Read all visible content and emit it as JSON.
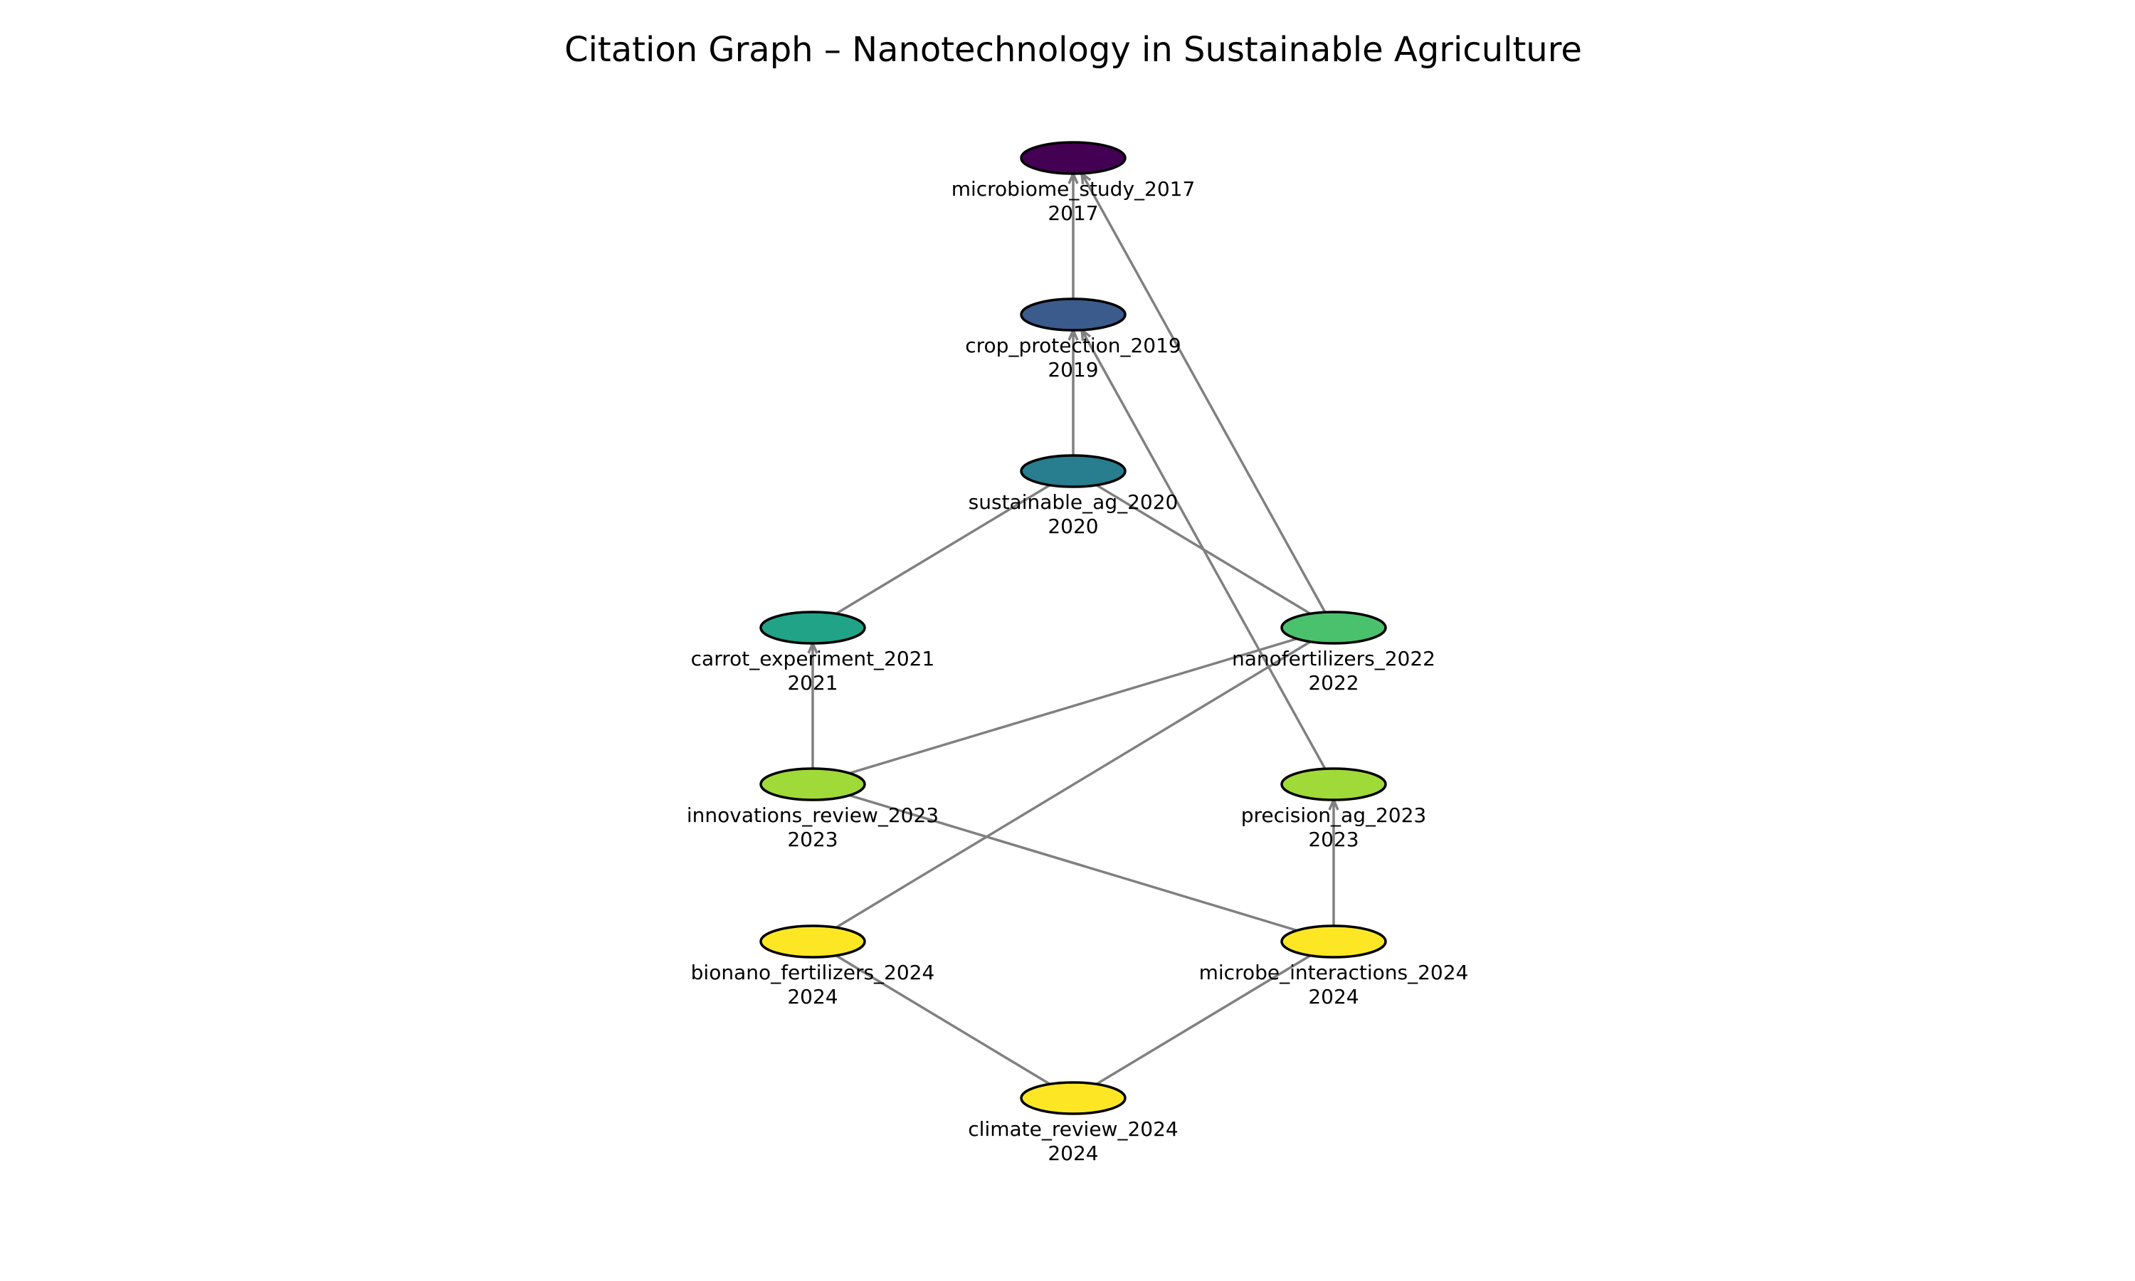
{
  "title": "Citation Graph – Nanotechnology in Sustainable Agriculture",
  "nodes": [
    {
      "id": "microbiome_study_2017",
      "label": "microbiome_study_2017",
      "year": "2017",
      "color": "#440154"
    },
    {
      "id": "crop_protection_2019",
      "label": "crop_protection_2019",
      "year": "2019",
      "color": "#3b5b8c"
    },
    {
      "id": "sustainable_ag_2020",
      "label": "sustainable_ag_2020",
      "year": "2020",
      "color": "#287d8e"
    },
    {
      "id": "carrot_experiment_2021",
      "label": "carrot_experiment_2021",
      "year": "2021",
      "color": "#20a386"
    },
    {
      "id": "nanofertilizers_2022",
      "label": "nanofertilizers_2022",
      "year": "2022",
      "color": "#4ac16d"
    },
    {
      "id": "innovations_review_2023",
      "label": "innovations_review_2023",
      "year": "2023",
      "color": "#a0da39"
    },
    {
      "id": "precision_ag_2023",
      "label": "precision_ag_2023",
      "year": "2023",
      "color": "#a0da39"
    },
    {
      "id": "bionano_fertilizers_2024",
      "label": "bionano_fertilizers_2024",
      "year": "2024",
      "color": "#fde725"
    },
    {
      "id": "microbe_interactions_2024",
      "label": "microbe_interactions_2024",
      "year": "2024",
      "color": "#fde725"
    },
    {
      "id": "climate_review_2024",
      "label": "climate_review_2024",
      "year": "2024",
      "color": "#fde725"
    }
  ],
  "edges": [
    {
      "from": "crop_protection_2019",
      "to": "microbiome_study_2017",
      "arrow": true
    },
    {
      "from": "nanofertilizers_2022",
      "to": "microbiome_study_2017",
      "arrow": true
    },
    {
      "from": "sustainable_ag_2020",
      "to": "crop_protection_2019",
      "arrow": true
    },
    {
      "from": "precision_ag_2023",
      "to": "crop_protection_2019",
      "arrow": true
    },
    {
      "from": "carrot_experiment_2021",
      "to": "sustainable_ag_2020",
      "arrow": false
    },
    {
      "from": "nanofertilizers_2022",
      "to": "sustainable_ag_2020",
      "arrow": false
    },
    {
      "from": "innovations_review_2023",
      "to": "carrot_experiment_2021",
      "arrow": true
    },
    {
      "from": "innovations_review_2023",
      "to": "nanofertilizers_2022",
      "arrow": false
    },
    {
      "from": "bionano_fertilizers_2024",
      "to": "nanofertilizers_2022",
      "arrow": false
    },
    {
      "from": "innovations_review_2023",
      "to": "microbe_interactions_2024",
      "arrow": false
    },
    {
      "from": "microbe_interactions_2024",
      "to": "precision_ag_2023",
      "arrow": true
    },
    {
      "from": "bionano_fertilizers_2024",
      "to": "climate_review_2024",
      "arrow": false
    },
    {
      "from": "microbe_interactions_2024",
      "to": "climate_review_2024",
      "arrow": false
    }
  ]
}
